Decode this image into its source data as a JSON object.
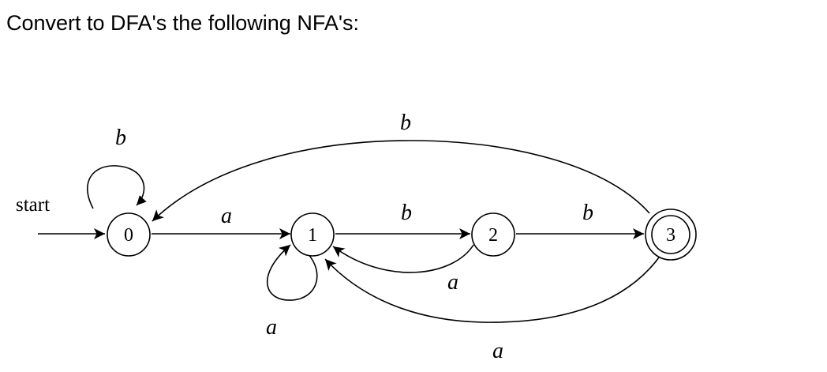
{
  "question": "Convert to DFA's the following NFA's:",
  "start_label": "start",
  "states": [
    {
      "id": "0",
      "label": "0",
      "accepting": false
    },
    {
      "id": "1",
      "label": "1",
      "accepting": false
    },
    {
      "id": "2",
      "label": "2",
      "accepting": false
    },
    {
      "id": "3",
      "label": "3",
      "accepting": true
    }
  ],
  "transitions": [
    {
      "from": "0",
      "to": "0",
      "symbol": "b"
    },
    {
      "from": "0",
      "to": "1",
      "symbol": "a"
    },
    {
      "from": "1",
      "to": "1",
      "symbol": "a"
    },
    {
      "from": "1",
      "to": "2",
      "symbol": "b"
    },
    {
      "from": "2",
      "to": "1",
      "symbol": "a"
    },
    {
      "from": "2",
      "to": "3",
      "symbol": "b"
    },
    {
      "from": "3",
      "to": "1",
      "symbol": "a"
    },
    {
      "from": "3",
      "to": "0",
      "symbol": "b"
    }
  ],
  "colors": {
    "ink": "#000000",
    "background": "#ffffff"
  }
}
